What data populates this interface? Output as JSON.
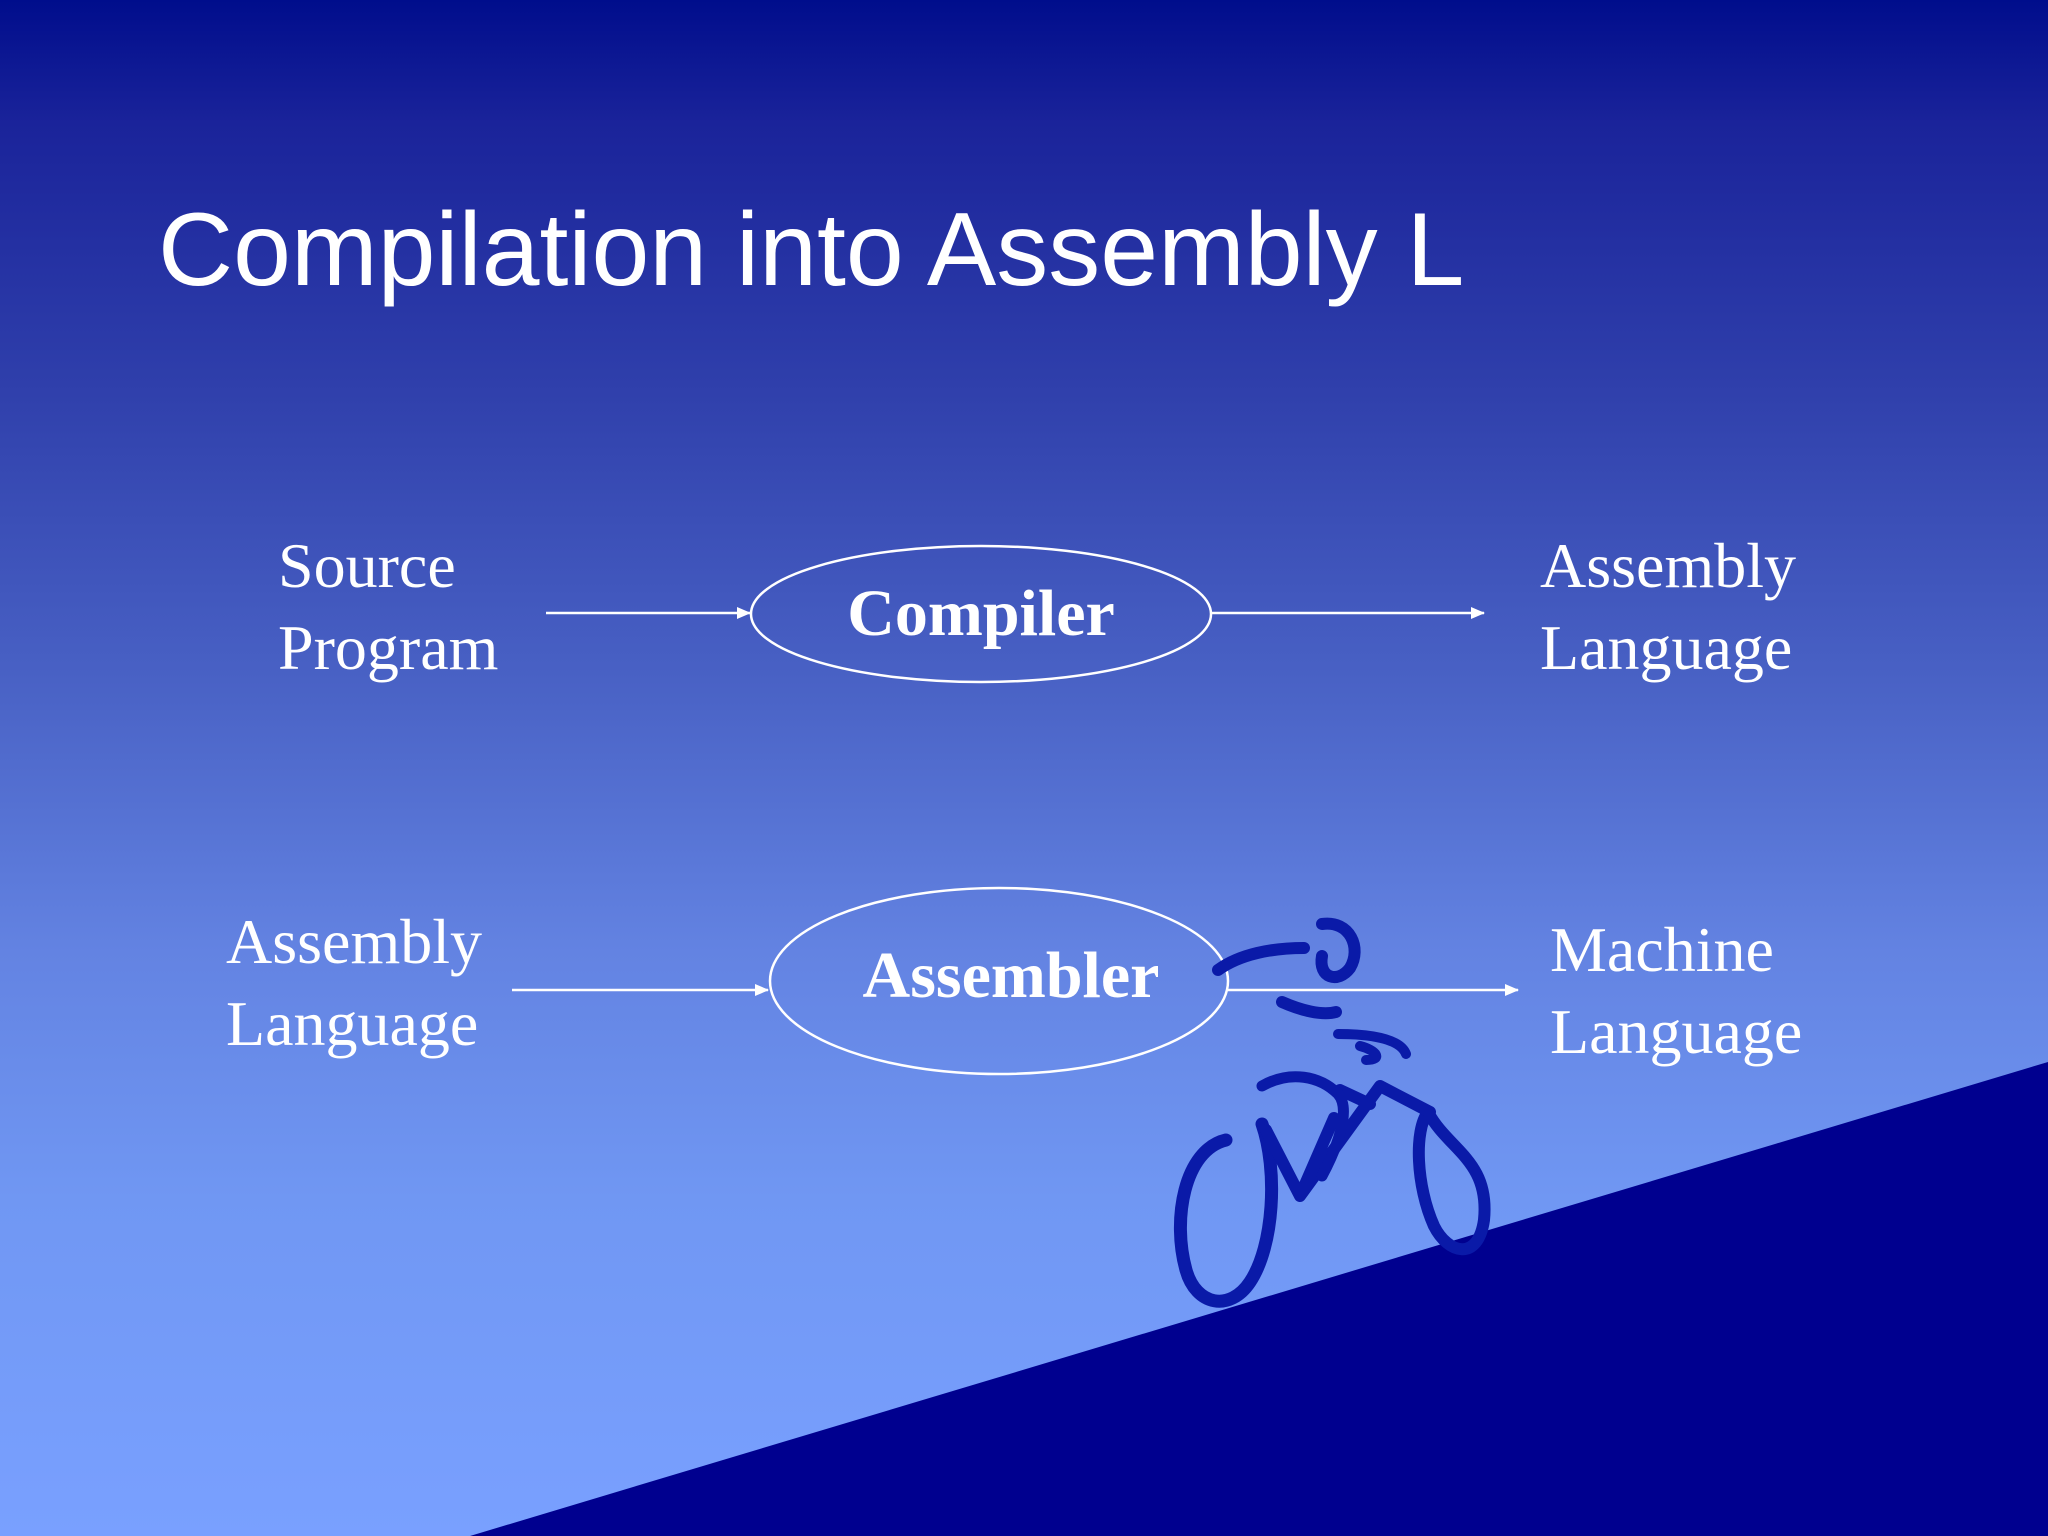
{
  "slide": {
    "title": "Compilation into Assembly L"
  },
  "diagram": {
    "row1": {
      "input": {
        "line1": "Source",
        "line2": "Program"
      },
      "process": "Compiler",
      "output": {
        "line1": "Assembly",
        "line2": "Language"
      }
    },
    "row2": {
      "input": {
        "line1": "Assembly",
        "line2": "Language"
      },
      "process": "Assembler",
      "output": {
        "line1": "Machine",
        "line2": "Language"
      }
    }
  },
  "colors": {
    "gradient_top": "#000d8c",
    "gradient_bottom": "#79a0ff",
    "slope": "#00008f",
    "cyclist": "#0a1aa8",
    "text": "#ffffff"
  },
  "decoration": {
    "icon": "cyclist-clipart"
  }
}
